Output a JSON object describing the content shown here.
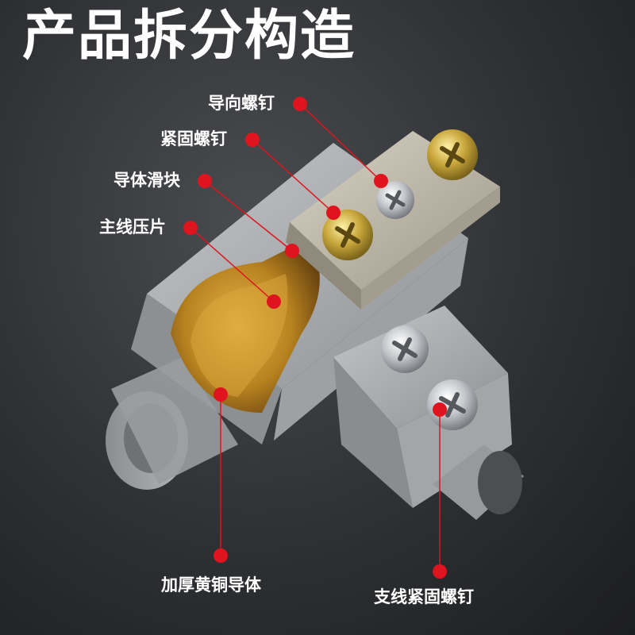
{
  "title": "产品拆分构造",
  "labels": {
    "guide_screw": "导向螺钉",
    "fastening_screw": "紧固螺钉",
    "conductor_slider": "导体滑块",
    "main_line_clamp": "主线压片",
    "brass_conductor": "加厚黄铜导体",
    "branch_fastening_screw": "支线紧固螺钉"
  },
  "colors": {
    "marker": "#e0141e",
    "housing": "#a9acaf",
    "brass": "#b8862a",
    "plate": "#b9b3a3"
  }
}
